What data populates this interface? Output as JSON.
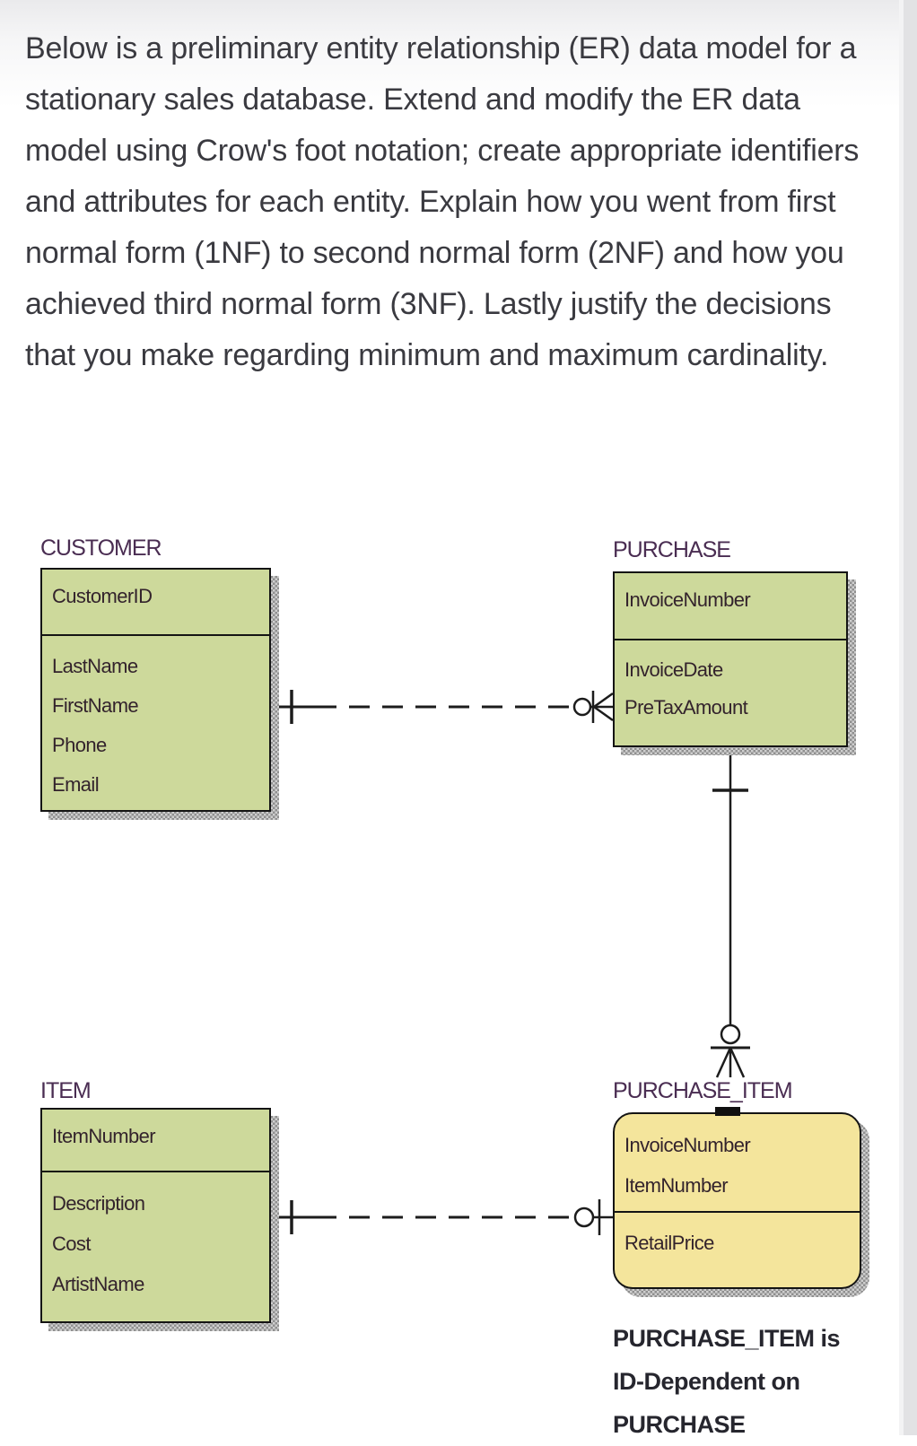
{
  "question": {
    "text": "Below is a preliminary entity relationship (ER) data model for a stationary sales database. Extend and modify the ER data model using Crow's foot notation; create appropriate identifiers and attributes for each entity. Explain how you went from first normal form (1NF) to second normal form (2NF) and how you achieved third normal form (3NF). Lastly justify the decisions that you make regarding minimum and maximum cardinality.",
    "text_color": "#3a3a40"
  },
  "diagram": {
    "entities": [
      {
        "name": "CUSTOMER",
        "pk": [
          "CustomerID"
        ],
        "attributes": [
          "LastName",
          "FirstName",
          "Phone",
          "Email"
        ],
        "fill": "#cdd99b",
        "shape": "rectangle"
      },
      {
        "name": "PURCHASE",
        "pk": [
          "InvoiceNumber"
        ],
        "attributes": [
          "InvoiceDate",
          "PreTaxAmount"
        ],
        "fill": "#cdd99b",
        "shape": "rectangle"
      },
      {
        "name": "ITEM",
        "pk": [
          "ItemNumber"
        ],
        "attributes": [
          "Description",
          "Cost",
          "ArtistName"
        ],
        "fill": "#cdd99b",
        "shape": "rectangle"
      },
      {
        "name": "PURCHASE_ITEM",
        "pk": [
          "InvoiceNumber",
          "ItemNumber"
        ],
        "attributes": [
          "RetailPrice"
        ],
        "fill": "#f4e59c",
        "shape": "rounded-rectangle"
      }
    ],
    "relationships": [
      {
        "from": "CUSTOMER",
        "to": "PURCHASE",
        "from_cardinality": "one",
        "to_cardinality": "zero-or-many",
        "line_style": "dashed",
        "meaning": "non-identifying"
      },
      {
        "from": "PURCHASE",
        "to": "PURCHASE_ITEM",
        "from_cardinality": "one",
        "to_cardinality": "zero-or-many",
        "line_style": "solid",
        "meaning": "identifying"
      },
      {
        "from": "ITEM",
        "to": "PURCHASE_ITEM",
        "from_cardinality": "one",
        "to_cardinality": "zero-or-one",
        "line_style": "dashed",
        "meaning": "non-identifying"
      }
    ],
    "note": {
      "line1": "PURCHASE_ITEM is",
      "line2": "ID-Dependent on PURCHASE"
    }
  },
  "colors": {
    "page_text": "#3a3a40",
    "entity_green": "#cdd99b",
    "entity_yellow": "#f4e59c",
    "entity_border": "#141414",
    "title_color": "#4a2d52",
    "attr_color": "#33232c",
    "note_color": "#26262e",
    "line_color": "#1c1c1c",
    "edge_strip": "#e2e2e4"
  }
}
